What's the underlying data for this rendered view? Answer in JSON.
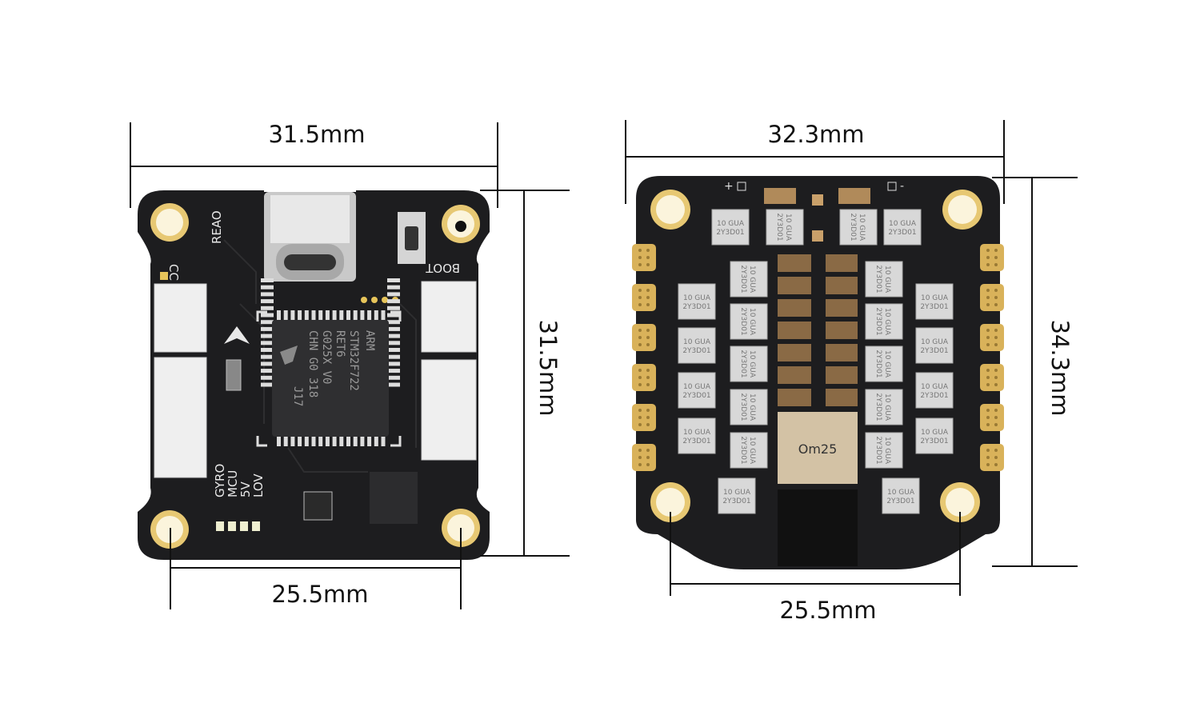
{
  "dimensions": {
    "fc_width": "31.5mm",
    "fc_height": "31.5mm",
    "fc_mount": "25.5mm",
    "esc_width": "32.3mm",
    "esc_height": "34.3mm",
    "esc_mount": "25.5mm"
  },
  "flight_controller": {
    "silk_reao": "REAO",
    "silk_cc": "CC",
    "silk_boot": "BOOT",
    "silk_gyro": "GYRO",
    "silk_mcu": "MCU",
    "silk_5v": "5V",
    "silk_lov": "LOV",
    "mcu_chip": {
      "line1": "ARM",
      "line2": "STM32F722",
      "line3": "RET6",
      "line4": "G025X V0",
      "line5": "CHN G0 318",
      "line6": "J17"
    }
  },
  "esc": {
    "plus": "+",
    "minus": "-",
    "chip_label": "Om25",
    "cap_line1": "10 GUA",
    "cap_line2": "2Y3D01"
  },
  "colors": {
    "pcb": "#1c1c1c",
    "gold": "#d9b25a",
    "connector": "#efefef",
    "cap": "#d8d8d8"
  }
}
